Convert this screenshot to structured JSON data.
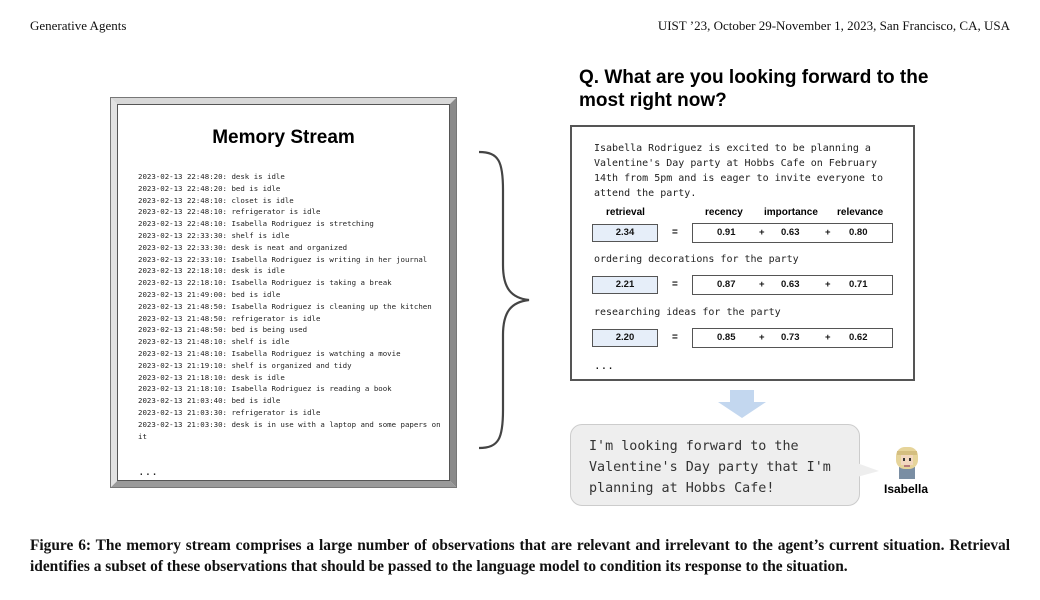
{
  "header": {
    "left": "Generative Agents",
    "right": "UIST ’23, October 29-November 1, 2023, San Francisco, CA, USA"
  },
  "memory_stream": {
    "title": "Memory Stream",
    "entries": [
      "2023-02-13 22:48:20: desk is idle",
      "2023-02-13 22:48:20: bed is idle",
      "2023-02-13 22:48:10: closet is idle",
      "2023-02-13 22:48:10: refrigerator is idle",
      "2023-02-13 22:48:10: Isabella Rodriguez is stretching",
      "2023-02-13 22:33:30: shelf is idle",
      "2023-02-13 22:33:30: desk is neat and organized",
      "2023-02-13 22:33:10: Isabella Rodriguez is writing in her journal",
      "2023-02-13 22:18:10: desk is idle",
      "2023-02-13 22:18:10: Isabella Rodriguez is taking a break",
      "2023-02-13 21:49:00: bed is idle",
      "2023-02-13 21:48:50: Isabella Rodriguez is cleaning up the kitchen",
      "2023-02-13 21:48:50: refrigerator is idle",
      "2023-02-13 21:48:50: bed is being used",
      "2023-02-13 21:48:10: shelf is idle",
      "2023-02-13 21:48:10: Isabella Rodriguez is watching a movie",
      "2023-02-13 21:19:10: shelf is organized and tidy",
      "2023-02-13 21:18:10: desk is idle",
      "2023-02-13 21:18:10: Isabella Rodriguez is reading a book",
      "2023-02-13 21:03:40: bed is idle",
      "2023-02-13 21:03:30: refrigerator is idle",
      "2023-02-13 21:03:30: desk is in use with a laptop and some papers on it"
    ],
    "ellipsis": "..."
  },
  "question": "Q. What are you looking forward to the most right now?",
  "retrieval": {
    "top_memory": "Isabella Rodriguez is excited to be planning a Valentine's Day party at Hobbs Cafe on February 14th from 5pm and is eager to invite everyone to attend the party.",
    "headers": {
      "retrieval": "retrieval",
      "recency": "recency",
      "importance": "importance",
      "relevance": "relevance"
    },
    "equals": "=",
    "plus": "+",
    "rows": [
      {
        "retrieval": "2.34",
        "recency": "0.91",
        "importance": "0.63",
        "relevance": "0.80"
      },
      {
        "label": "ordering decorations for the party",
        "retrieval": "2.21",
        "recency": "0.87",
        "importance": "0.63",
        "relevance": "0.71"
      },
      {
        "label": "researching ideas for the party",
        "retrieval": "2.20",
        "recency": "0.85",
        "importance": "0.73",
        "relevance": "0.62"
      }
    ],
    "ellipsis": "..."
  },
  "response": {
    "text": "I'm looking forward to the Valentine's Day party that I'm planning at Hobbs Cafe!",
    "agent_name": "Isabella"
  },
  "caption": "Figure 6: The memory stream comprises a large number of observations that are relevant and irrelevant to the agent’s current situation. Retrieval identifies a subset of these observations that should be passed to the language model to condition its response to the situation.",
  "colors": {
    "score_box": "#e6eef9",
    "arrow": "#c3d7ef",
    "bubble": "#eeeeee"
  }
}
